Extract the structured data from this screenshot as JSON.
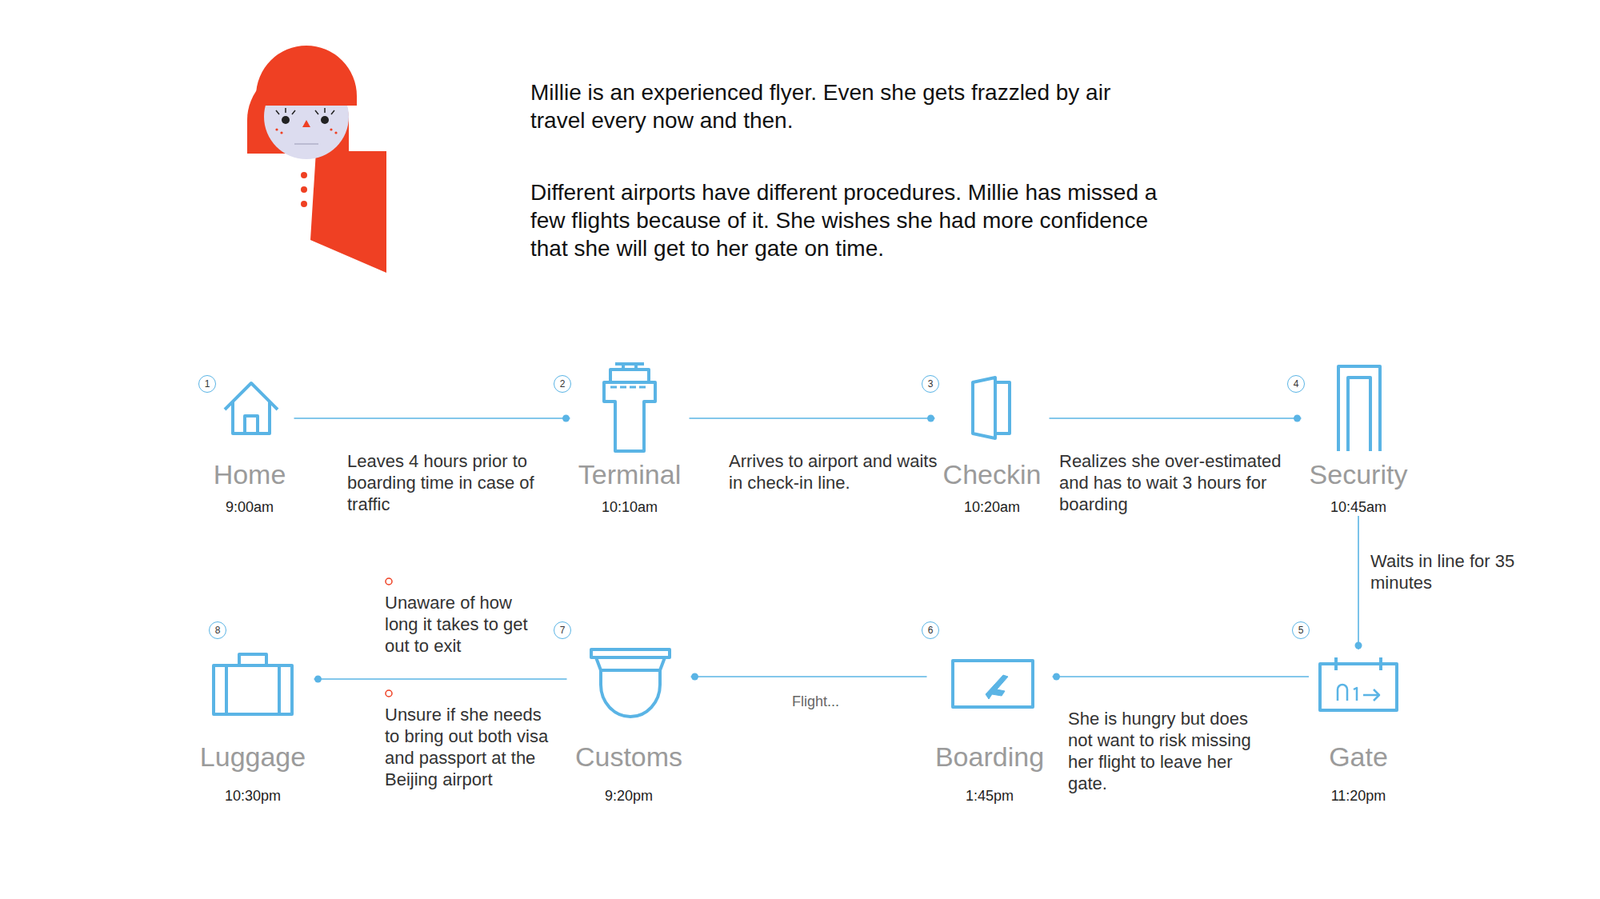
{
  "diagram": {
    "nodes": [
      {
        "text": [
          "Home",
          "9:00am"
        ]
      },
      {
        "text": [
          "Terminal",
          "10:10am"
        ]
      },
      {
        "text": [
          "Checkin",
          "10:20am"
        ]
      },
      {
        "text": [
          "Security",
          "10:45am"
        ]
      },
      {
        "text": [
          "Gate",
          "11:20pm"
        ]
      },
      {
        "text": [
          "Boarding",
          "1:45pm"
        ]
      },
      {
        "text": [
          "Customs",
          "9:20pm"
        ]
      },
      {
        "text": [
          "Luggage",
          "10:30pm"
        ]
      }
    ],
    "edges": [
      {
        "from": 0,
        "to": 1,
        "arrow": "none",
        "label": "Leaves 4 hours prior to boarding time in case of traffic"
      },
      {
        "from": 1,
        "to": 2,
        "arrow": "none",
        "label": "Arrives to airport and waits in check-in line."
      },
      {
        "from": 2,
        "to": 3,
        "arrow": "none",
        "label": "Realizes she over-estimated and has to wait 3 hours for boarding"
      },
      {
        "from": 3,
        "to": 4,
        "arrow": "none",
        "label": "Waits in line for 35 minutes"
      },
      {
        "from": 4,
        "to": 5,
        "arrow": "none",
        "label": "She is hungry but does not want to risk missing her flight to leave her gate."
      },
      {
        "from": 5,
        "to": 6,
        "arrow": "none",
        "label": "Flight..."
      },
      {
        "from": 6,
        "to": 7,
        "arrow": "none"
      }
    ],
    "labels": [
      "Millie is an experienced flyer. Even she gets frazzled by air travel every now and then.",
      "Different airports have different procedures. Millie has missed a few flights because of it. She wishes she had more confidence that she will get to her gate on time.",
      "1",
      "2",
      "3",
      "4",
      "5",
      "6",
      "7",
      "8",
      "Unaware of how long it takes to get out to exit",
      "Unsure if she needs to bring out both visa and passport at the Beijing airport"
    ]
  }
}
